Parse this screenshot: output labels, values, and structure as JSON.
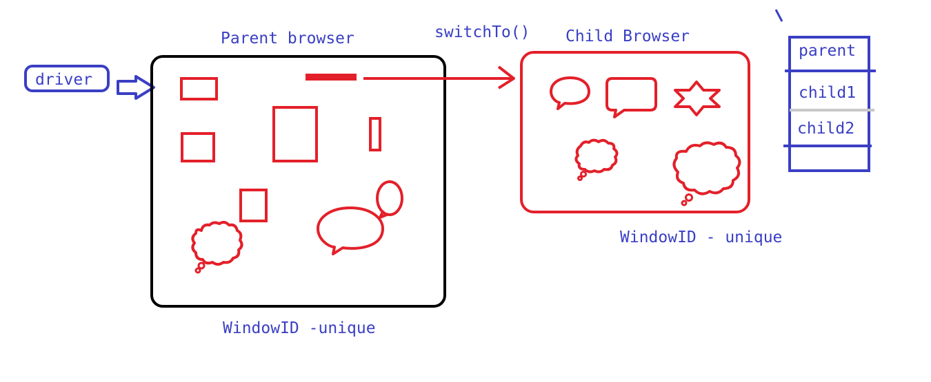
{
  "colors": {
    "blue": "#3a3fc4",
    "red": "#e3202a",
    "black": "#000000",
    "gray": "#c8c8c8"
  },
  "labels": {
    "driver": "driver",
    "parent_browser": "Parent browser",
    "child_browser": "Child Browser",
    "switch_to": "switchTo()",
    "parent_window_id": "WindowID -unique",
    "child_window_id": "WindowID - unique"
  },
  "window_stack": [
    "parent",
    "child1",
    "child2"
  ]
}
